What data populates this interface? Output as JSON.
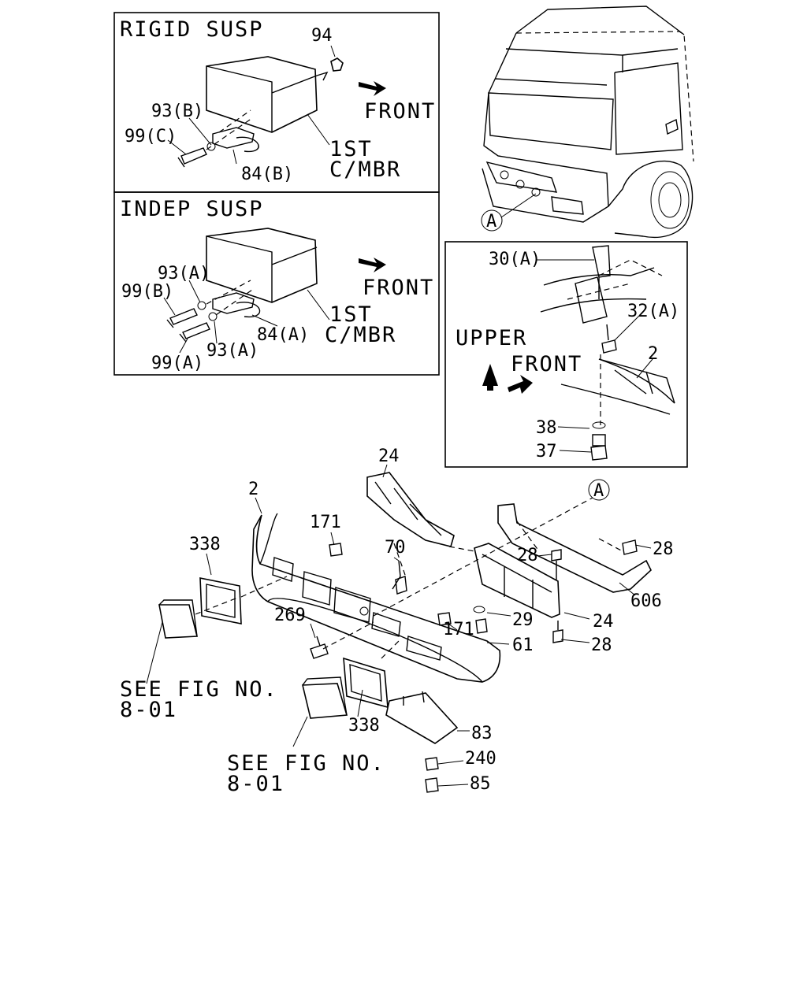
{
  "panels": {
    "rigid": {
      "title": "RIGID SUSP",
      "front": "FRONT",
      "member_line1": "1ST",
      "member_line2": "C/MBR",
      "callouts": [
        "94",
        "93(B)",
        "99(C)",
        "84(B)"
      ]
    },
    "indep": {
      "title": "INDEP SUSP",
      "front": "FRONT",
      "member_line1": "1ST",
      "member_line2": "C/MBR",
      "callouts": [
        "93(A)",
        "99(B)",
        "99(A)",
        "93(A)",
        "84(A)"
      ]
    },
    "detail": {
      "upper": "UPPER",
      "front": "FRONT",
      "callouts": [
        "30(A)",
        "32(A)",
        "2",
        "38",
        "37"
      ]
    },
    "truck": {
      "ref_marker": "A"
    }
  },
  "main": {
    "ref_marker": "A",
    "callouts": [
      "24",
      "2",
      "171",
      "338",
      "70",
      "28",
      "28",
      "606",
      "269",
      "29",
      "24",
      "171",
      "61",
      "28",
      "338",
      "83",
      "240",
      "85"
    ],
    "see_fig_left_line1": "SEE FIG NO.",
    "see_fig_left_line2": "8-01",
    "see_fig_bottom_line1": "SEE FIG NO.",
    "see_fig_bottom_line2": "8-01"
  },
  "colors": {
    "line": "#000000",
    "background": "#ffffff"
  }
}
